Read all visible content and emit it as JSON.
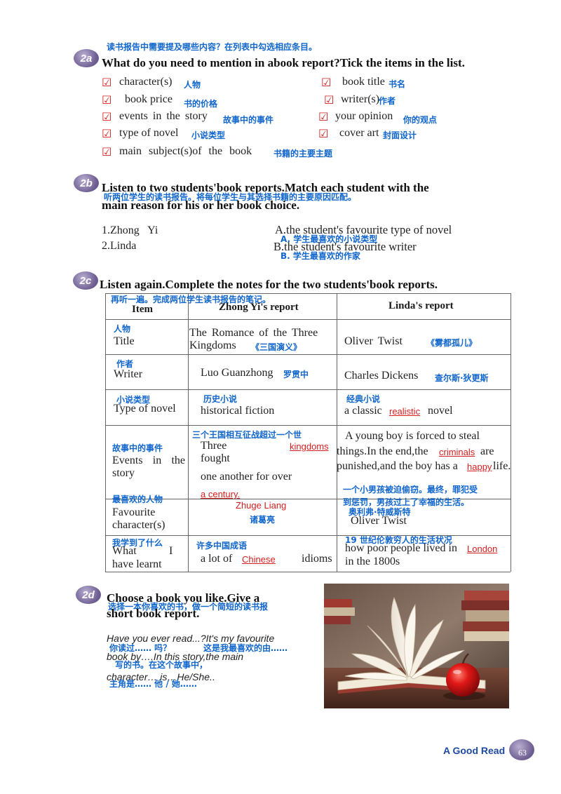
{
  "sec2a": {
    "badge": "2a",
    "cn_instruction": "读书报告中需要提及哪些内容？在列表中勾选相应条目。",
    "question": "What do you need to mention in abook report?Tick the items in the list.",
    "check_symbol": "☑",
    "items": [
      {
        "en": "character(s)",
        "cn": "人物"
      },
      {
        "en": "book title",
        "cn": "书名"
      },
      {
        "en": "book price",
        "cn": "书的价格"
      },
      {
        "en": "writer(s)",
        "cn": "作者"
      },
      {
        "en": "events in the story",
        "cn": "故事中的事件"
      },
      {
        "en": "your opinion",
        "cn": "你的观点"
      },
      {
        "en": "type of novel",
        "cn": "小说类型"
      },
      {
        "en": "cover art",
        "cn": "封面设计"
      },
      {
        "en": "main subject(s)of the book",
        "cn": "书籍的主要主题"
      }
    ]
  },
  "sec2b": {
    "badge": "2b",
    "instruction_line1": "Listen to two students'book reports.Match each student with the",
    "instruction_line2": "main reason for his or her book choice.",
    "cn_instruction": "听两位学生的读书报告。将每位学生与其选择书籍的主要原因匹配。",
    "left": [
      "1.Zhong Yi",
      "2.Linda"
    ],
    "right": [
      "A.the student's favourite type of novel",
      "B.the student's favourite writer"
    ],
    "right_cn": [
      "A. 学生最喜欢的小说类型",
      "B. 学生最喜欢的作家"
    ]
  },
  "sec2c": {
    "badge": "2c",
    "instruction": "Listen again.Complete the notes for the two students'book reports.",
    "cn_instruction": "再听一遍。完成两位学生读书报告的笔记。",
    "headers": [
      "Item",
      "Zhong Yi's report",
      "Linda's report"
    ],
    "rows": {
      "title": {
        "item_cn": "人物",
        "item": "Title",
        "zy": "The Romance of the Three Kingdoms",
        "zy_cn": "《三国演义》",
        "linda": "Oliver Twist",
        "linda_cn": "《雾都孤儿》"
      },
      "writer": {
        "item_cn": "作者",
        "item": "Writer",
        "zy": "Luo Guanzhong",
        "zy_cn": "罗贯中",
        "linda": "Charles Dickens",
        "linda_cn": "查尔斯·狄更斯"
      },
      "type": {
        "item_cn": "小说类型",
        "item": "Type of novel",
        "zy_cn": "历史小说",
        "zy": "historical fiction",
        "linda_cn": "经典小说",
        "linda_pre": "a classic",
        "linda_ans": "realistic",
        "linda_post": "novel"
      },
      "events": {
        "item_cn": "故事中的事件",
        "item": "Events in the story",
        "zy_cn": "三个王国相互征战超过一个世",
        "zy_l1": "Three",
        "zy_ans1": "kingdoms",
        "zy_l2": "fought",
        "zy_l3": "one another for over",
        "zy_ans2": "a century.",
        "linda_l1": "A young boy is forced to steal",
        "linda_l2a": "things.In the end,the",
        "linda_ans1": "criminals",
        "linda_l2b": "are",
        "linda_l3a": "punished,and the boy has a",
        "linda_ans2": "happy",
        "linda_l3b": "life.",
        "linda_cn1": "一个小男孩被迫偷窃。最终，罪犯受",
        "linda_cn2": "到惩罚，男孩过上了幸福的生活。"
      },
      "favourite": {
        "item_cn": "最喜欢的人物",
        "item": "Favourite character(s)",
        "zy_ans": "Zhuge Liang",
        "zy_cn": "诸葛亮",
        "linda_cn": "奥利弗·特威斯特",
        "linda": "Oliver Twist"
      },
      "learnt": {
        "item_cn": "我学到了什么",
        "item_l1a": "What",
        "item_l1b": "I",
        "item_l2": "have learnt",
        "zy_cn": "许多中国成语",
        "zy_pre": "a lot of",
        "zy_ans": "Chinese",
        "zy_post": "idioms",
        "linda_cn": "19 世纪伦敦穷人的生活状况",
        "linda_pre": "how poor people lived in",
        "linda_ans": "London",
        "linda_post": "in the 1800s"
      }
    }
  },
  "sec2d": {
    "badge": "2d",
    "instruction_line1": "Choose a book you like.Give a",
    "instruction_line2": "short book report.",
    "cn_instruction": "选择一本你喜欢的书，做一个简短的读书报",
    "lines": [
      "Have you ever read...?It's my favourite",
      "book by….In this story,the main",
      "character… is…He/She.."
    ],
    "cn_lines": [
      "你读过…… 吗？",
      "这是我最喜欢的由……",
      "写的书。在这个故事中，",
      "主角是…… 他 / 她……"
    ]
  },
  "footer": {
    "title": "A Good Read",
    "page": "63"
  }
}
